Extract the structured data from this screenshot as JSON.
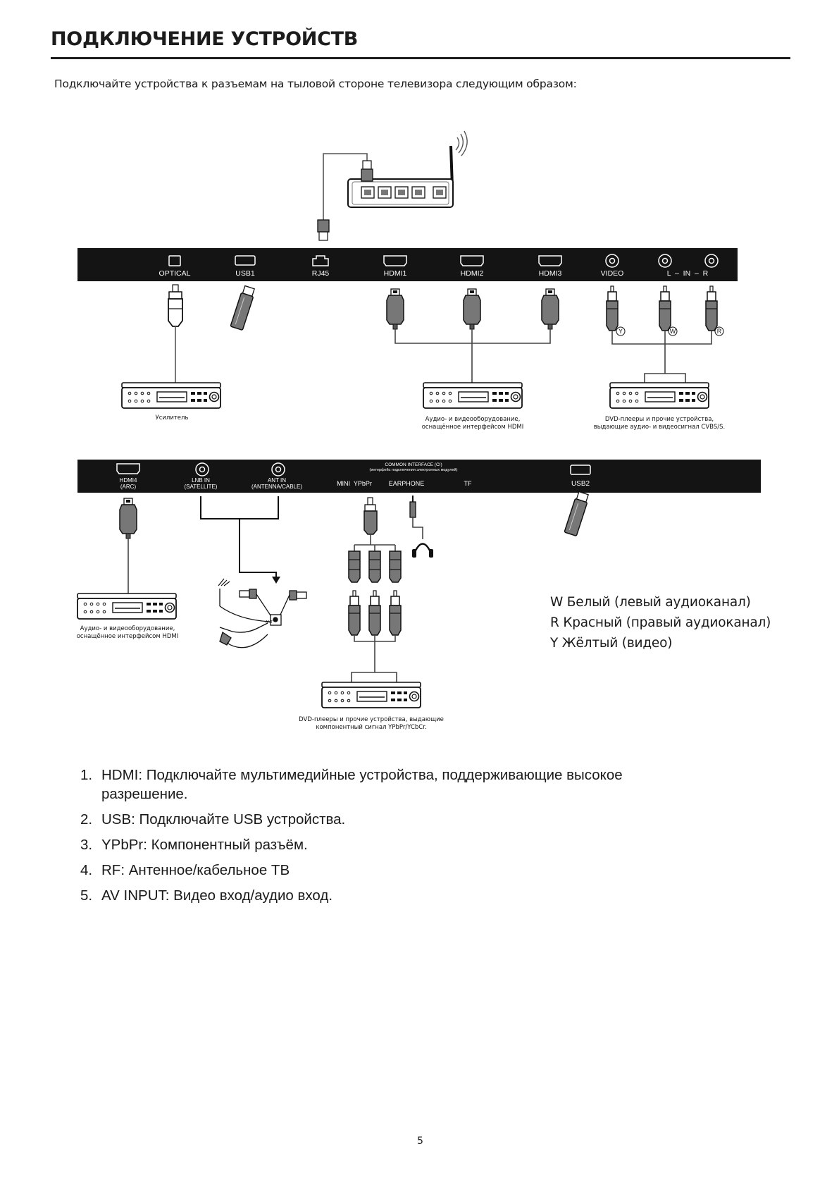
{
  "page": {
    "title": "ПОДКЛЮЧЕНИЕ УСТРОЙСТВ",
    "intro": "Подключайте устройства к разъемам на тыловой стороне телевизора следующим образом:",
    "page_number": "5"
  },
  "top_panel": {
    "ports": [
      "OPTICAL",
      "USB1",
      "RJ45",
      "HDMI1",
      "HDMI2",
      "HDMI3",
      "VIDEO",
      "L  –  IN  –  R"
    ]
  },
  "top_devices": {
    "amplifier": "Усилитель",
    "hdmi_device_line1": "Аудио- и видеооборудование,",
    "hdmi_device_line2": "оснащённое интерфейсом HDMI",
    "cvbs_device_line1": "DVD-плееры и прочие устройства,",
    "cvbs_device_line2": "выдающие аудио- и видеосигнал CVBS/S."
  },
  "rca_marks": [
    "Y",
    "W",
    "R"
  ],
  "bottom_panel": {
    "hdmi4_line1": "HDMI4",
    "hdmi4_line2": "(ARC)",
    "lnb_line1": "LNB IN",
    "lnb_line2": "(SATELLITE)",
    "ant_line1": "ANT IN",
    "ant_line2": "(ANTENNA/CABLE)",
    "ci_line1": "COMMON INTERFACE (CI)",
    "ci_line2": "(интерфейс подключения электронных модулей)",
    "mini_ypbpr": "MINI  YPbPr",
    "earphone": "EARPHONE",
    "tf": "TF",
    "usb2": "USB2"
  },
  "bottom_devices": {
    "hdmi_device_line1": "Аудио- и видеооборудование,",
    "hdmi_device_line2": "оснащённое интерфейсом HDMI",
    "component_device_line1": "DVD-плееры и прочие устройства, выдающие",
    "component_device_line2": "компонентный сигнал YPbPr/YCbCr."
  },
  "legend": [
    "W Белый (левый аудиоканал)",
    "R Красный (правый аудиоканал)",
    "Y Жёлтый (видео)"
  ],
  "notes": [
    {
      "num": "1.",
      "text": "HDMI: Подключайте мультимедийные устройства, поддерживающие высокое разрешение."
    },
    {
      "num": "2.",
      "text": "USB: Подключайте USB устройства."
    },
    {
      "num": "3.",
      "text": "YPbPr: Компонентный разъём."
    },
    {
      "num": "4.",
      "text": "RF: Антенное/кабельное ТВ"
    },
    {
      "num": "5.",
      "text": "AV INPUT: Видео вход/аудио вход."
    }
  ]
}
